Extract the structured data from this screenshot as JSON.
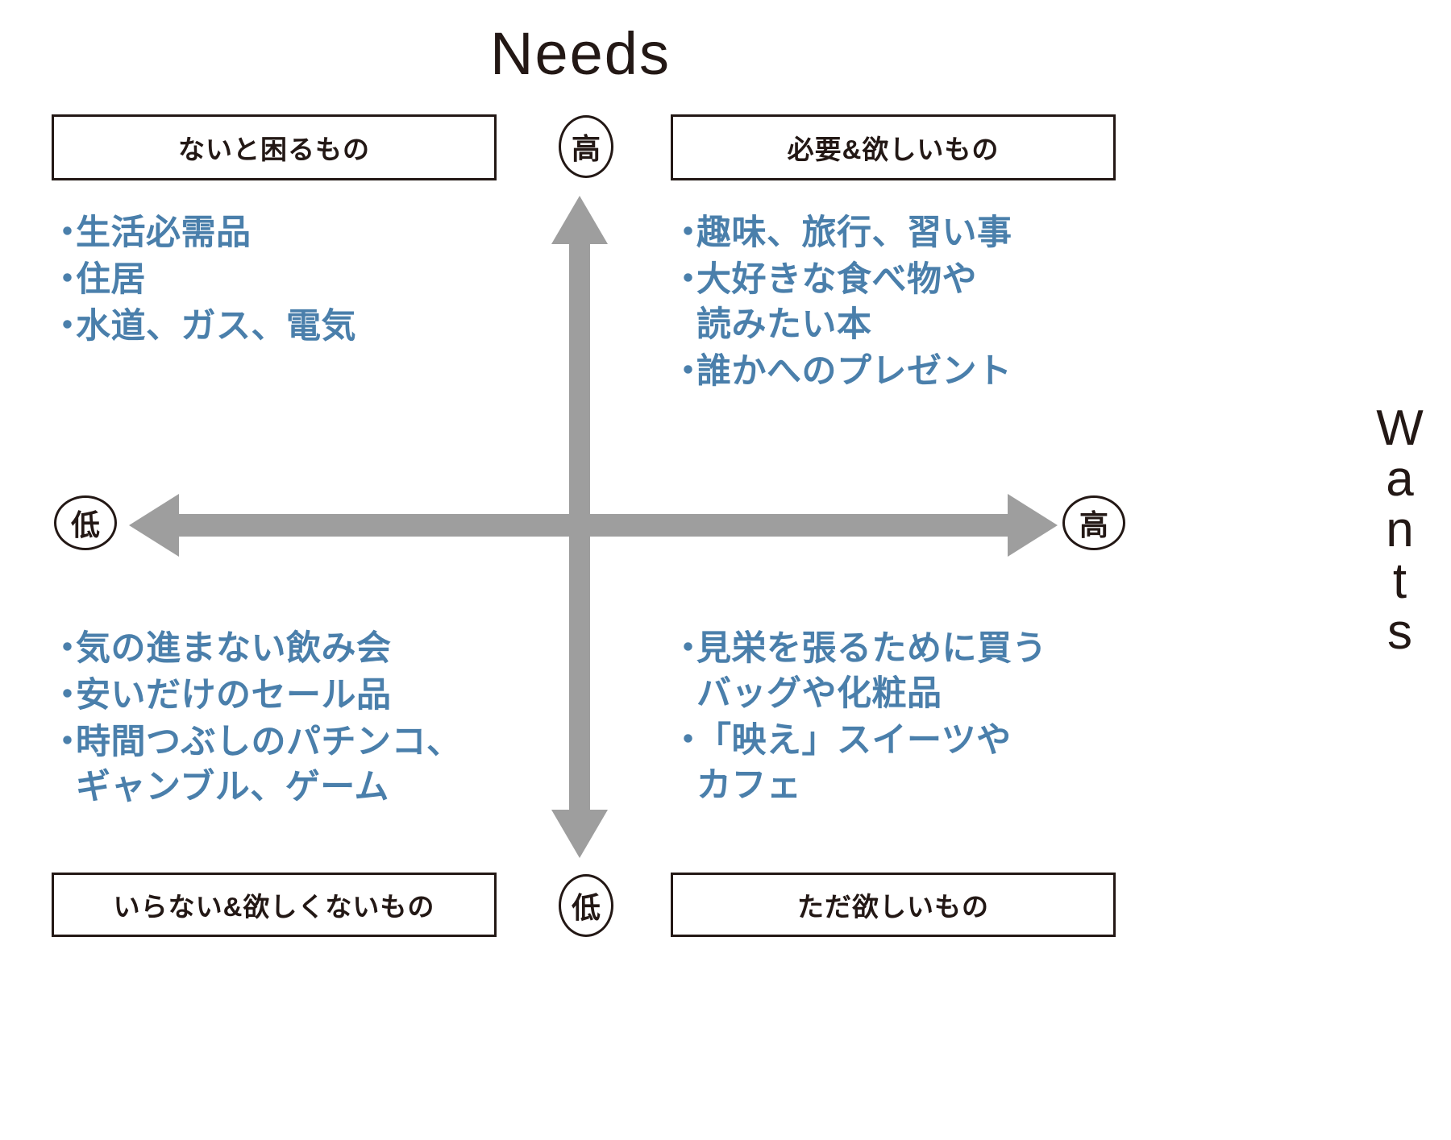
{
  "titles": {
    "vertical_axis": "Needs",
    "horizontal_axis": "Wants",
    "horizontal_axis_chars": [
      "W",
      "a",
      "n",
      "t",
      "s"
    ]
  },
  "axis_markers": {
    "needs_high": "高",
    "needs_low": "低",
    "wants_low": "低",
    "wants_high": "高"
  },
  "colors": {
    "text_dark": "#231815",
    "bullet_blue": "#4a7fab",
    "arrow_gray": "#9e9e9e",
    "background": "#ffffff"
  },
  "quadrants": {
    "top_left": {
      "label": "ないと困るもの",
      "items": [
        "生活必需品",
        "住居",
        "水道、ガス、電気"
      ]
    },
    "top_right": {
      "label": "必要&欲しいもの",
      "items": [
        "趣味、旅行、習い事",
        "大好きな食べ物や\n読みたい本",
        "誰かへのプレゼント"
      ]
    },
    "bottom_left": {
      "label": "いらない&欲しくないもの",
      "items": [
        "気の進まない飲み会",
        "安いだけのセール品",
        "時間つぶしのパチンコ、\nギャンブル、ゲーム"
      ]
    },
    "bottom_right": {
      "label": "ただ欲しいもの",
      "items": [
        "見栄を張るために買う\nバッグや化粧品",
        "「映え」スイーツや\nカフェ"
      ]
    }
  },
  "bullet_glyph": "・"
}
